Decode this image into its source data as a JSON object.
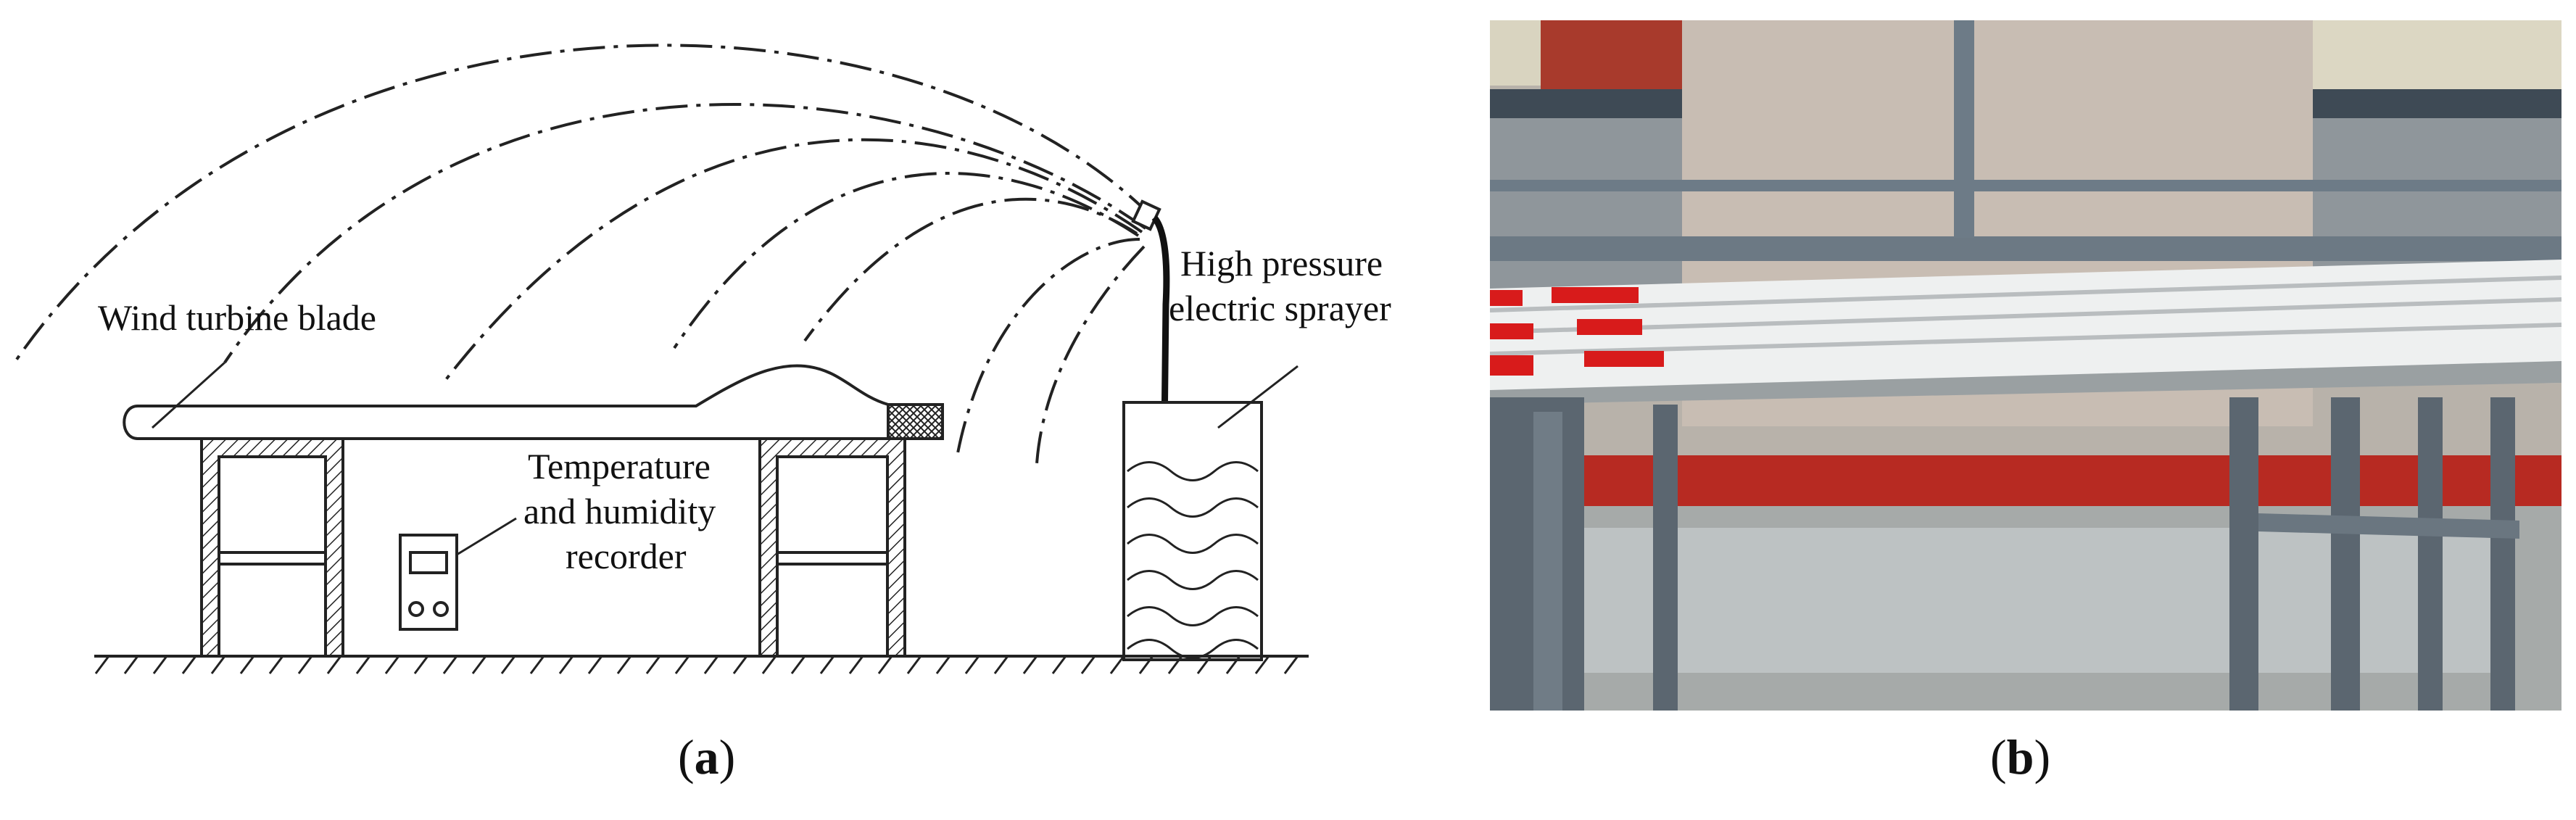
{
  "panel_a": {
    "labels": {
      "blade": "Wind turbine blade",
      "recorder_line1": "Temperature",
      "recorder_line2": "and humidity",
      "recorder_line3": "recorder",
      "sprayer_line1": "High pressure",
      "sprayer_line2": "electric sprayer"
    },
    "caption_open": "(",
    "caption_letter": "a",
    "caption_close": ")"
  },
  "panel_b": {
    "caption_open": "(",
    "caption_letter": "b",
    "caption_close": ")"
  },
  "colors": {
    "line": "#222222",
    "photo_wall": "#c9bfb6",
    "photo_rail": "#6d7b87",
    "photo_red": "#d81b1b",
    "photo_blade": "#f1f2f2",
    "photo_floor": "#a7aaa8",
    "photo_sky": "#dad6c2"
  }
}
